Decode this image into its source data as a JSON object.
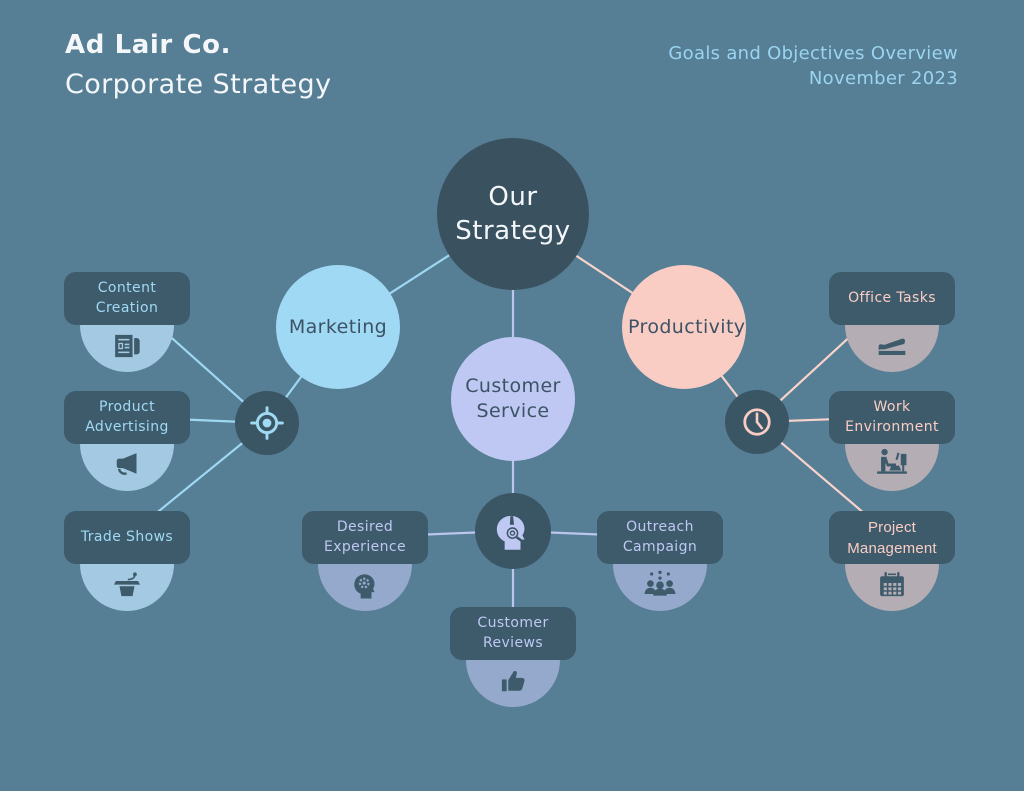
{
  "palette": {
    "bg": "#567E95",
    "card": "#3E5B6B",
    "hub": "#3A5564",
    "center": "#3A5160",
    "blue": "#A0D9F4",
    "blue-line": "#9ED7F2",
    "blue-half": "#A4CAE3",
    "lav": "#BFC8F3",
    "lav-line": "#BCC5EE",
    "lav-half": "#95A9CD",
    "pink": "#FACDC4",
    "pink-line": "#F8D3CB",
    "pink-half": "#B4ADB4",
    "accent": "#9BD4F0",
    "dark-text": "#3C5366",
    "white-text": "#F4F7F9"
  },
  "header": {
    "company": "Ad Lair Co.",
    "title": "Corporate Strategy",
    "overview": "Goals and Objectives Overview",
    "date": "November 2023"
  },
  "center": {
    "label": "Our Strategy"
  },
  "branches": [
    {
      "label": "Marketing",
      "hub_icon": "target-icon",
      "items": [
        {
          "label": "Content Creation",
          "icon": "newspaper-icon"
        },
        {
          "label": "Product Advertising",
          "icon": "megaphone-icon"
        },
        {
          "label": "Trade Shows",
          "icon": "podium-icon"
        }
      ]
    },
    {
      "label": "Customer Service",
      "hub_icon": "headset-person-icon",
      "items": [
        {
          "label": "Desired Experience",
          "icon": "head-gear-icon"
        },
        {
          "label": "Outreach Campaign",
          "icon": "people-group-icon"
        },
        {
          "label": "Customer Reviews",
          "icon": "thumbs-up-icon"
        }
      ]
    },
    {
      "label": "Productivity",
      "hub_icon": "clock-icon",
      "items": [
        {
          "label": "Office Tasks",
          "icon": "stapler-icon"
        },
        {
          "label": "Work Environment",
          "icon": "desk-person-icon"
        },
        {
          "label": "Project Management",
          "icon": "calendar-icon"
        }
      ]
    }
  ]
}
